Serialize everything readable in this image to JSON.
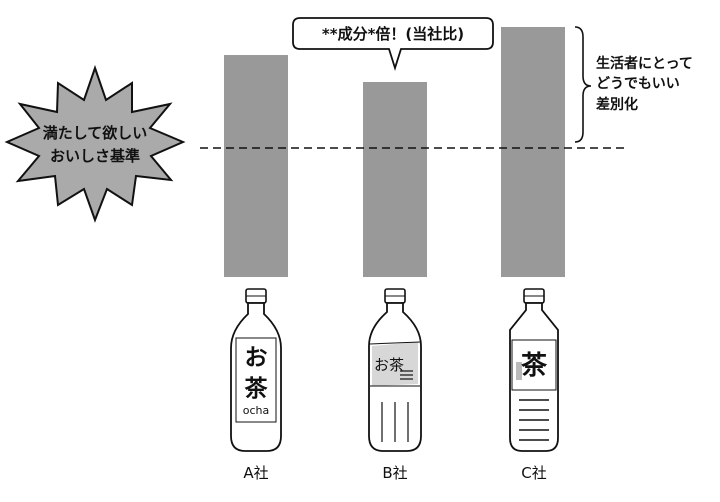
{
  "burst_label_line1": "満たして欲しい",
  "burst_label_line2": "おいしさ基準",
  "callout_text": "**成分*倍！(当社比)",
  "brace_label_line1": "生活者にとって",
  "brace_label_line2": "どうでもいい",
  "brace_label_line3": "差別化",
  "companies": [
    {
      "label": "A社",
      "bottle_text": "お茶",
      "bottle_subtext": "ocha"
    },
    {
      "label": "B社",
      "bottle_text": "お茶"
    },
    {
      "label": "C社",
      "bottle_text": "茶"
    }
  ],
  "colors": {
    "bar": "#999999",
    "line": "#111111",
    "burst": "#aaaaaa"
  }
}
